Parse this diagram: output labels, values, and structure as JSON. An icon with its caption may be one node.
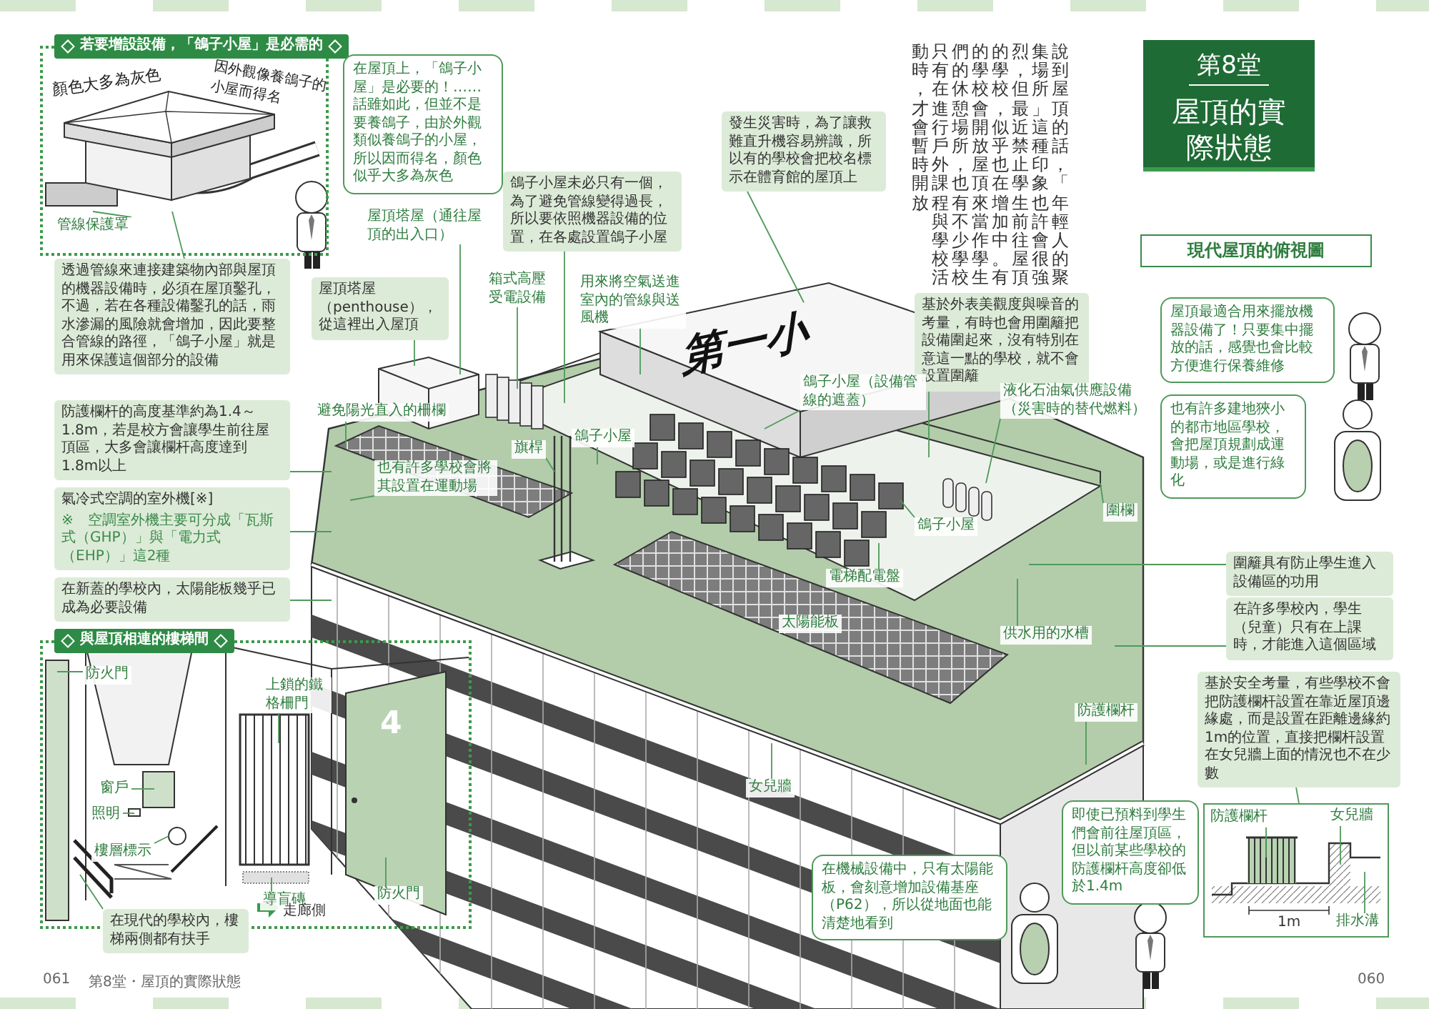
{
  "diagram": {
    "nodes": [
      {
        "text": [
          "若要增設設備，「鴿子小屋」是必需的"
        ]
      },
      {
        "text": [
          "管線保護罩"
        ],
        "in": 0
      },
      {
        "text": [
          "透過管線來連接建築物內部與屋頂的機器設備時，必須在屋頂鑿孔，不過，若在各種設備鑿孔的話，雨水滲漏的風險就會增加，因此要整合管線的路徑，「鴿子小屋」就是用來保護這個部分的設備"
        ]
      },
      {
        "text": [
          "在屋頂上，「鴿子小屋」是必要的！……話雖如此，但並不是要養鴿子，由於外觀類似養鴿子的小屋，所以因而得名，顏色似乎大多為灰色"
        ]
      },
      {
        "text": [
          "屋頂塔屋（通往屋頂的出入口）"
        ]
      },
      {
        "text": [
          "屋頂塔屋（penthouse），從這裡出入屋頂"
        ]
      },
      {
        "text": [
          "箱式高壓受電設備"
        ]
      },
      {
        "text": [
          "鴿子小屋未必只有一個，為了避免管線變得過長，所以要依照機器設備的位置，在各處設置鴿子小屋"
        ]
      },
      {
        "text": [
          "用來將空氣送進室內的管線與送風機"
        ]
      },
      {
        "text": [
          "發生災害時，為了讓救難直升機容易辨識，所以有的學校會把校名標示在體育館的屋頂上"
        ]
      },
      {
        "text": [
          "基於外表美觀度與噪音的考量，有時也會用圍籬把設備圍起來，沒有特別在意這一點的學校，就不會設置圍籬"
        ]
      },
      {
        "text": [
          "液化石油氣供應設備（災害時的替代燃料）"
        ]
      },
      {
        "text": [
          "鴿子小屋（設備管線的遮蓋）"
        ]
      },
      {
        "text": [
          "鴿子小屋"
        ]
      },
      {
        "text": [
          "避免陽光直入的柵欄"
        ]
      },
      {
        "text": [
          "防護欄杆的高度基準約為1.4～1.8m，若是校方會讓學生前往屋頂區，大多會讓欄杆高度達到1.8m以上"
        ]
      },
      {
        "text": [
          "旗桿"
        ]
      },
      {
        "text": [
          "也有許多學校會將其設置在運動場"
        ]
      },
      {
        "text": [
          "氣冷式空調的室外機[※]",
          "※　空調室外機主要可分成「瓦斯式（GHP）」與「電力式（EHP）」這2種"
        ]
      },
      {
        "text": [
          "在新蓋的學校內，太陽能板幾乎已成為必要設備"
        ]
      },
      {
        "text": [
          "電梯配電盤"
        ]
      },
      {
        "text": [
          "鴿子小屋"
        ]
      },
      {
        "text": [
          "供水用的水槽"
        ]
      },
      {
        "text": [
          "圍欄"
        ]
      },
      {
        "text": [
          "圍籬具有防止學生進入設備區的功用"
        ]
      },
      {
        "text": [
          "在許多學校內，學生（兒童）只有在上課時，才能進入這個區域"
        ]
      },
      {
        "text": [
          "防護欄杆"
        ]
      },
      {
        "text": [
          "女兒牆"
        ]
      },
      {
        "text": [
          "即使已預料到學生們會前往屋頂區，但以前某些學校的防護欄杆高度卻低於1.4m"
        ]
      },
      {
        "text": [
          "在機械設備中，只有太陽能板，會刻意增加設備基座（P62），所以從地面也能清楚地看到"
        ]
      },
      {
        "text": [
          "屋頂最適合用來擺放機器設備了！只要集中擺放的話，感覺也會比較方便進行保養維修"
        ]
      },
      {
        "text": [
          "也有許多建地狹小的都市地區學校，會把屋頂規劃成運動場，或是進行綠化"
        ]
      },
      {
        "text": [
          "基於安全考量，有些學校不會把防護欄杆設置在靠近屋頂邊緣處，而是設置在距離邊緣約1m的位置，直接把欄杆設置在女兒牆上面的情況也不在少數"
        ]
      },
      {
        "text": [],
        "shape": "box"
      },
      {
        "text": [
          "防護欄杆"
        ],
        "in": 33
      },
      {
        "text": [
          "女兒牆"
        ],
        "in": 33
      },
      {
        "text": [
          "排水溝"
        ],
        "in": 33
      },
      {
        "text": [
          "與屋頂相連的樓梯間"
        ]
      },
      {
        "text": [
          "防火門"
        ],
        "in": 37
      },
      {
        "text": [
          "上鎖的鐵格柵門"
        ],
        "in": 37
      },
      {
        "text": [
          "窗戶"
        ],
        "in": 37
      },
      {
        "text": [
          "照明"
        ],
        "in": 37
      },
      {
        "text": [
          "樓層標示"
        ],
        "in": 37
      },
      {
        "text": [
          "導盲磚"
        ],
        "in": 37
      },
      {
        "text": [
          "防火門"
        ],
        "in": 37
      },
      {
        "text": [
          "在現代的學校內，樓梯兩側都有扶手"
        ]
      },
      {
        "text": [
          "第8堂",
          "屋頂的實際狀態"
        ]
      },
      {
        "text": [
          "現代屋頂的俯視圖"
        ]
      },
      {
        "text": [
          "太陽能板"
        ]
      },
      {
        "text": [],
        "shape": "picture",
        "in": 0
      },
      {
        "text": [
          "第一小"
        ]
      }
    ],
    "edges": [
      {
        "from": 1,
        "to": 49,
        "arrow": "none"
      },
      {
        "from": 2,
        "to": 49,
        "arrow": "none"
      },
      {
        "from": 4,
        "to": null,
        "arrow": "none"
      },
      {
        "from": 5,
        "to": null,
        "arrow": "none"
      },
      {
        "from": 6,
        "to": null,
        "arrow": "none"
      },
      {
        "from": 7,
        "to": null,
        "arrow": "none"
      },
      {
        "from": 8,
        "to": null,
        "arrow": "none"
      },
      {
        "from": 9,
        "to": 50,
        "arrow": "none"
      },
      {
        "from": 10,
        "to": null,
        "arrow": "none"
      },
      {
        "from": 11,
        "to": null,
        "arrow": "none"
      },
      {
        "from": 12,
        "to": null,
        "arrow": "none"
      },
      {
        "from": 13,
        "to": null,
        "arrow": "none"
      },
      {
        "from": 14,
        "to": null,
        "arrow": "none"
      },
      {
        "from": 15,
        "to": null,
        "arrow": "none"
      },
      {
        "from": 16,
        "to": null,
        "arrow": "none"
      },
      {
        "from": 17,
        "to": null,
        "arrow": "none"
      },
      {
        "from": 18,
        "to": null,
        "arrow": "none"
      },
      {
        "from": 19,
        "to": null,
        "arrow": "none"
      },
      {
        "from": 20,
        "to": null,
        "arrow": "none"
      },
      {
        "from": 21,
        "to": null,
        "arrow": "none"
      },
      {
        "from": 22,
        "to": null,
        "arrow": "none"
      },
      {
        "from": 23,
        "to": null,
        "arrow": "none"
      },
      {
        "from": 24,
        "to": null,
        "arrow": "none"
      },
      {
        "from": 25,
        "to": null,
        "arrow": "none"
      },
      {
        "from": 26,
        "to": null,
        "arrow": "none"
      },
      {
        "from": 27,
        "to": null,
        "arrow": "none"
      },
      {
        "from": 32,
        "to": 33,
        "arrow": "none"
      },
      {
        "from": 34,
        "to": null,
        "arrow": "none"
      },
      {
        "from": 35,
        "to": null,
        "arrow": "none"
      },
      {
        "from": 36,
        "to": null,
        "arrow": "none"
      },
      {
        "from": 38,
        "to": null,
        "arrow": "none"
      },
      {
        "from": 39,
        "to": null,
        "arrow": "none"
      },
      {
        "from": 40,
        "to": null,
        "arrow": "none"
      },
      {
        "from": 41,
        "to": null,
        "arrow": "none"
      },
      {
        "from": 42,
        "to": null,
        "arrow": "none"
      },
      {
        "from": 43,
        "to": null,
        "arrow": "none"
      },
      {
        "from": 44,
        "to": null,
        "arrow": "none"
      },
      {
        "from": 45,
        "to": null,
        "arrow": "none"
      }
    ],
    "labels": [
      "說到屋頂的話，「年輕人的聚集場所」這種印象也許會很強烈，但最近禁止學生前往屋頂的學校，似乎也在增加中。有的學校會開放屋頂來當作學生們的休憩場所，也有不少學校只有在進行戶外課程與學校活動時，才會暫時開放",
      "顏色大多為灰色",
      "因外觀像養鴿子的小屋而得名",
      "4",
      "走廊側",
      "1m",
      "061",
      "第8堂・屋頂的實際狀態",
      "060"
    ]
  }
}
